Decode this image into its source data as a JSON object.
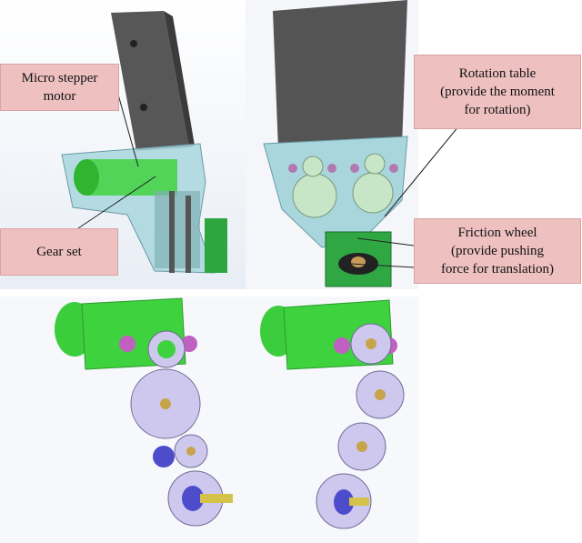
{
  "labels": {
    "micro_stepper_motor": "Micro stepper motor",
    "gear_set": "Gear set",
    "rotation_table_l1": "Rotation table",
    "rotation_table_l2": "(provide the moment",
    "rotation_table_l3": "for rotation)",
    "friction_wheel_l1": "Friction wheel",
    "friction_wheel_l2": "(provide pushing",
    "friction_wheel_l3": "force  for translation)"
  },
  "colors": {
    "callout_fill": "#eec0c0",
    "motor_green": "#3fd23f",
    "gear_lavender": "#cfc8ee",
    "housing_blue": "#a9d6dd",
    "column_gray": "#5a5a5a"
  }
}
